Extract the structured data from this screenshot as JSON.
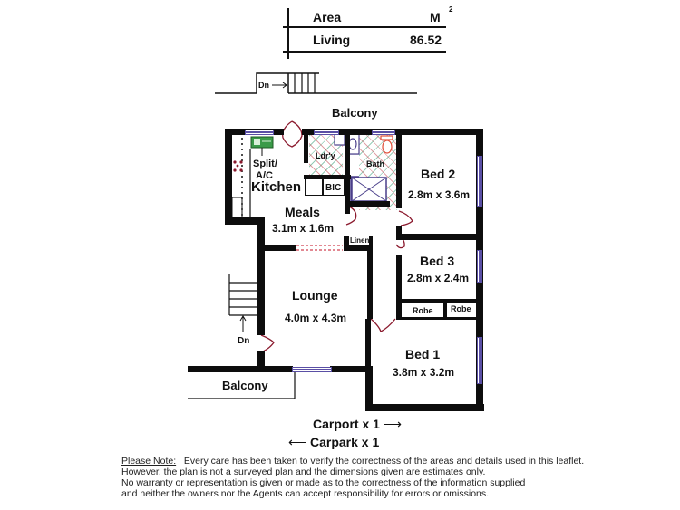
{
  "area_table": {
    "header_label": "Area",
    "header_unit": "M",
    "header_unit_superscript": "2",
    "rows": [
      {
        "label": "Living",
        "value": "86.52"
      }
    ]
  },
  "plan": {
    "stairs_top_label": "Dn",
    "stairs_left_label": "Dn",
    "balcony_top_label": "Balcony",
    "balcony_bottom_label": "Balcony",
    "rooms": {
      "kitchen": {
        "name": "Kitchen",
        "note": "Split/\nA/C",
        "note_line1": "Split/",
        "note_line2": "A/C"
      },
      "laundry": {
        "name": "Ldr'y"
      },
      "bath": {
        "name": "Bath"
      },
      "bic": {
        "name": "BIC"
      },
      "meals": {
        "name": "Meals",
        "dims": "3.1m x 1.6m"
      },
      "linen": {
        "name": "Linen"
      },
      "lounge": {
        "name": "Lounge",
        "dims": "4.0m x 4.3m"
      },
      "bed2": {
        "name": "Bed 2",
        "dims": "2.8m x 3.6m"
      },
      "bed3": {
        "name": "Bed 3",
        "dims": "2.8m x 2.4m"
      },
      "bed1": {
        "name": "Bed 1",
        "dims": "3.8m x 3.2m"
      },
      "robe1": {
        "name": "Robe"
      },
      "robe2": {
        "name": "Robe"
      }
    },
    "colors": {
      "wall": "#0d0d0d",
      "window": "#5a4fa5",
      "door_swing": "#8b1a2e",
      "tile_red": "#c8505a",
      "tile_green": "#3ca078",
      "toilet": "#e0503a",
      "cooktop": "#2f8a3a"
    }
  },
  "parking": {
    "carport": "Carport x 1",
    "carport_arrow": "⟶",
    "carpark": "Carpark x 1",
    "carpark_arrow": "⟵"
  },
  "disclaimer": {
    "heading": "Please Note:",
    "line1": "Every care has been taken to verify the correctness of the areas and details used in this leaflet.",
    "line2": "However, the plan is not a surveyed plan and the dimensions given are estimates only.",
    "line3": "No warranty or representation is given or made as to the correctness of the information supplied",
    "line4": "and neither the owners nor the Agents can accept responsibility for errors or omissions."
  }
}
